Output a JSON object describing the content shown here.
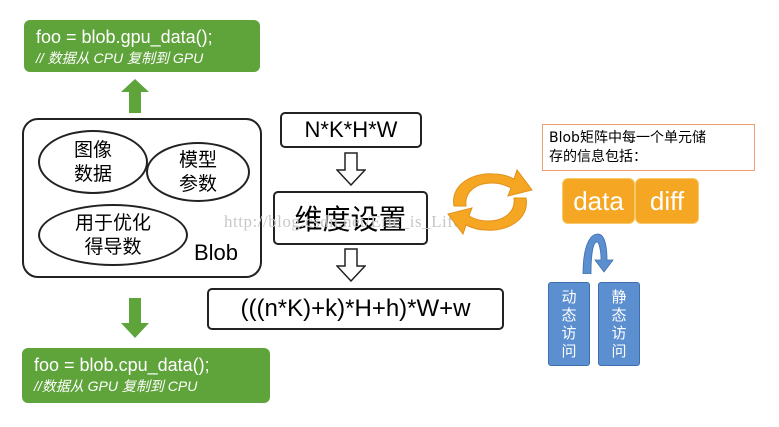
{
  "gpu_box": {
    "line1": "foo = blob.gpu_data();",
    "line2": "// 数据从 CPU 复制到 GPU"
  },
  "cpu_box": {
    "line1": "foo = blob.cpu_data();",
    "line2": "//数据从 GPU 复制到 CPU"
  },
  "blob_group": {
    "image_data": [
      "图像",
      "数据"
    ],
    "model_params": [
      "模型",
      "参数"
    ],
    "grad": [
      "用于优化",
      "得导数"
    ],
    "label": "Blob"
  },
  "dims": "N*K*H*W",
  "dim_setup": "维度设置",
  "formula": "(((n*K)+k)*H+h)*W+w",
  "info_note": [
    "Blob矩阵中每一个单元储",
    "存的信息包括："
  ],
  "cells": {
    "data": "data",
    "diff": "diff"
  },
  "access": {
    "dynamic": [
      "动",
      "态",
      "访",
      "问"
    ],
    "static": [
      "静",
      "态",
      "访",
      "问"
    ]
  },
  "watermark": "http://blog.csdn.net/Eric_is_Life",
  "colors": {
    "green": "#5fa33b",
    "orange": "#f5a623",
    "blue": "#5b8fd0",
    "cycle_orange": "#f5a623"
  }
}
